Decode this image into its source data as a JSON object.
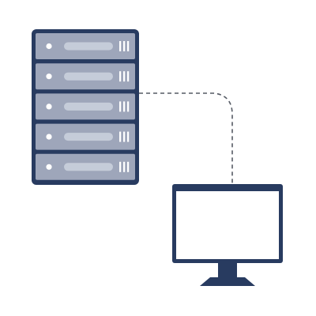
{
  "illustration": {
    "subject": "server-to-computer-connection",
    "colors": {
      "navy": "#283b60",
      "unit_fill": "#9ea6ba",
      "slot_fill": "#c5ccd9",
      "indicator": "#ffffff",
      "link_line": "#555a64",
      "screen": "#ffffff",
      "background": "#ffffff"
    },
    "server": {
      "icon": "server-rack-icon",
      "unit_count": 5
    },
    "connection": {
      "icon": "dashed-connection-line",
      "style": "dashed"
    },
    "monitor": {
      "icon": "desktop-monitor-icon"
    }
  }
}
